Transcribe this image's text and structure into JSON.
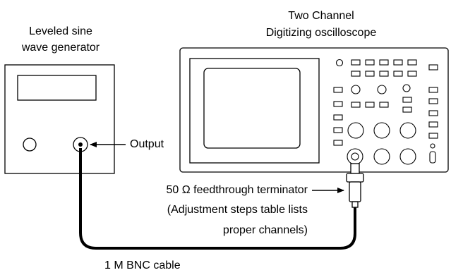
{
  "generator": {
    "title_line1": "Leveled sine",
    "title_line2": "wave generator"
  },
  "oscilloscope": {
    "title_line1": "Two Channel",
    "title_line2": "Digitizing oscilloscope"
  },
  "labels": {
    "output": "Output",
    "terminator": "50 Ω feedthrough terminator",
    "note_line1": "(Adjustment steps table lists",
    "note_line2": "proper channels)",
    "cable": "1 M BNC cable"
  },
  "colors": {
    "stroke": "#000000",
    "fill": "#ffffff"
  }
}
